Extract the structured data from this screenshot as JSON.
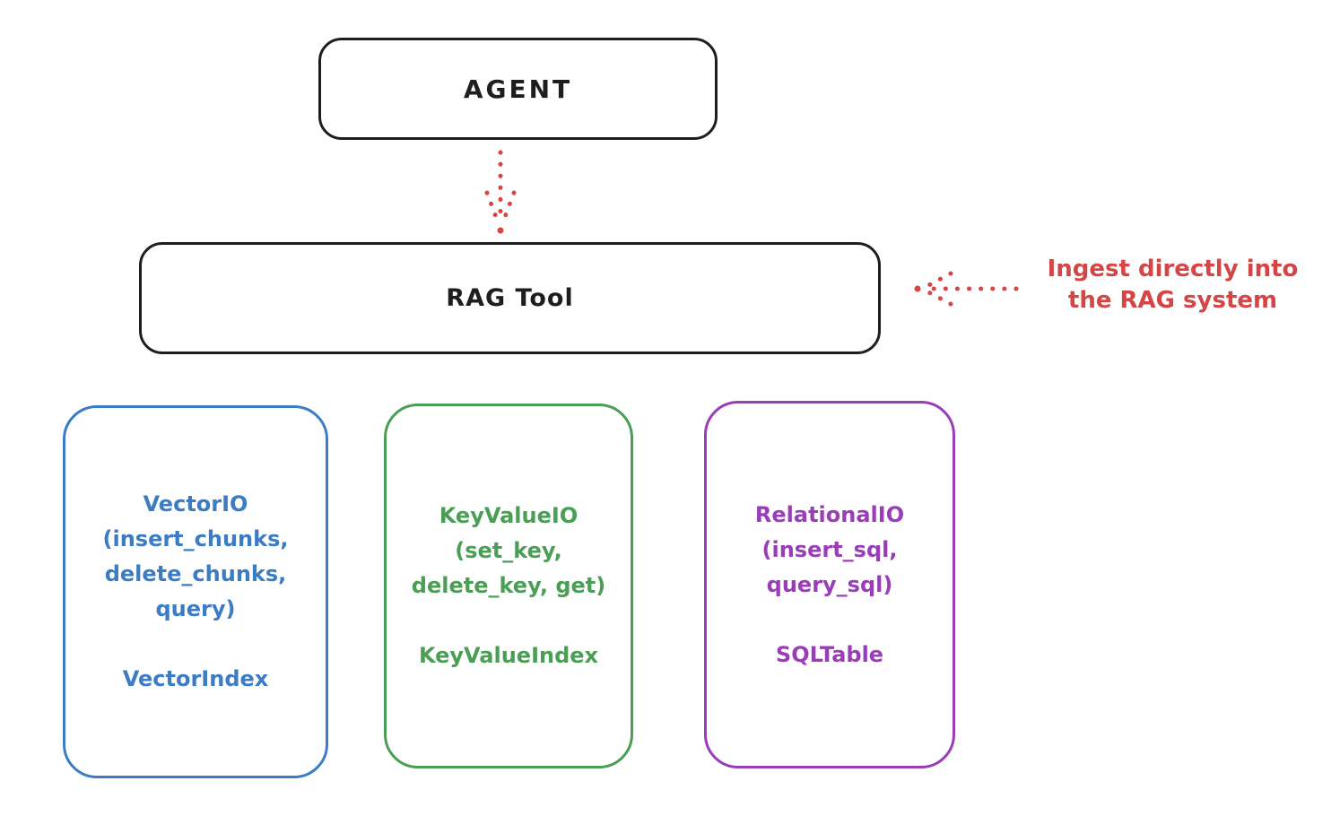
{
  "colors": {
    "ink": "#1e1e1e",
    "red": "#d64545",
    "blue": "#3b7cc4",
    "green": "#4a9e55",
    "purple": "#9a3db8",
    "background": "#ffffff"
  },
  "agent_box": {
    "label": "AGENT"
  },
  "rag_tool_box": {
    "label": "RAG Tool"
  },
  "ingest_annotation": {
    "text": "Ingest directly into\nthe RAG system"
  },
  "io_boxes": [
    {
      "methods": "VectorIO\n(insert_chunks,\ndelete_chunks,\nquery)",
      "index": "VectorIndex",
      "color": "#3b7cc4"
    },
    {
      "methods": "KeyValueIO\n(set_key,\ndelete_key, get)",
      "index": "KeyValueIndex",
      "color": "#4a9e55"
    },
    {
      "methods": "RelationalIO\n(insert_sql,\nquery_sql)",
      "index": "SQLTable",
      "color": "#9a3db8"
    }
  ]
}
